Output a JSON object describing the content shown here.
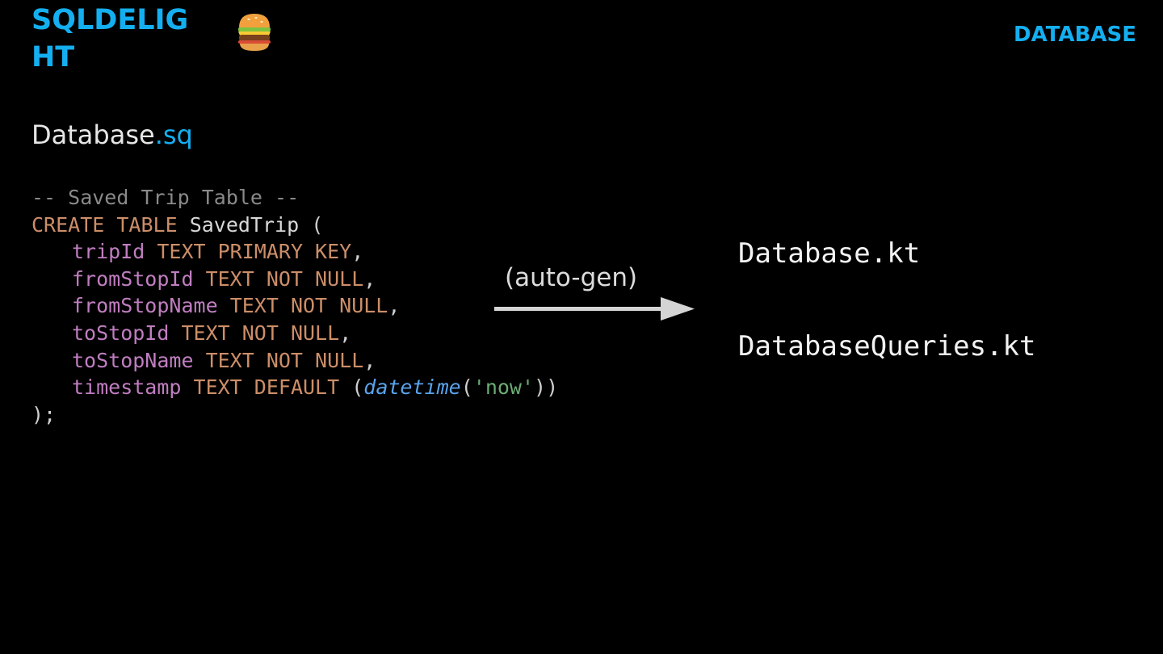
{
  "header": {
    "brand_title": "SQLDELIGHT",
    "brand_icon": "hamburger-emoji-icon",
    "section_label": "DATABASE"
  },
  "source_file": {
    "name": "Database",
    "extension": ".sq"
  },
  "code": {
    "comment": "-- Saved Trip Table --",
    "create_kw": "CREATE TABLE",
    "table_name": "SavedTrip",
    "open_paren": "(",
    "columns": [
      {
        "name": "tripId",
        "type": "TEXT PRIMARY KEY",
        "suffix": ","
      },
      {
        "name": "fromStopId",
        "type": "TEXT NOT NULL",
        "suffix": ","
      },
      {
        "name": "fromStopName",
        "type": "TEXT NOT NULL",
        "suffix": ","
      },
      {
        "name": "toStopId",
        "type": "TEXT NOT NULL",
        "suffix": ","
      },
      {
        "name": "toStopName",
        "type": "TEXT NOT NULL",
        "suffix": ","
      }
    ],
    "last_column": {
      "name": "timestamp",
      "type": "TEXT DEFAULT",
      "open": "(",
      "fn": "datetime",
      "fn_open": "(",
      "arg": "'now'",
      "close": "))"
    },
    "closing": ");"
  },
  "arrow": {
    "label": "(auto-gen)",
    "color": "#d4d4d4"
  },
  "outputs": [
    "Database.kt",
    "DatabaseQueries.kt"
  ],
  "colors": {
    "accent": "#14aff0",
    "keyword": "#cc8e68",
    "column": "#c07ec0",
    "function": "#5aa3ee",
    "string": "#6aab73",
    "comment": "#8a8a8a",
    "background": "#000000"
  }
}
